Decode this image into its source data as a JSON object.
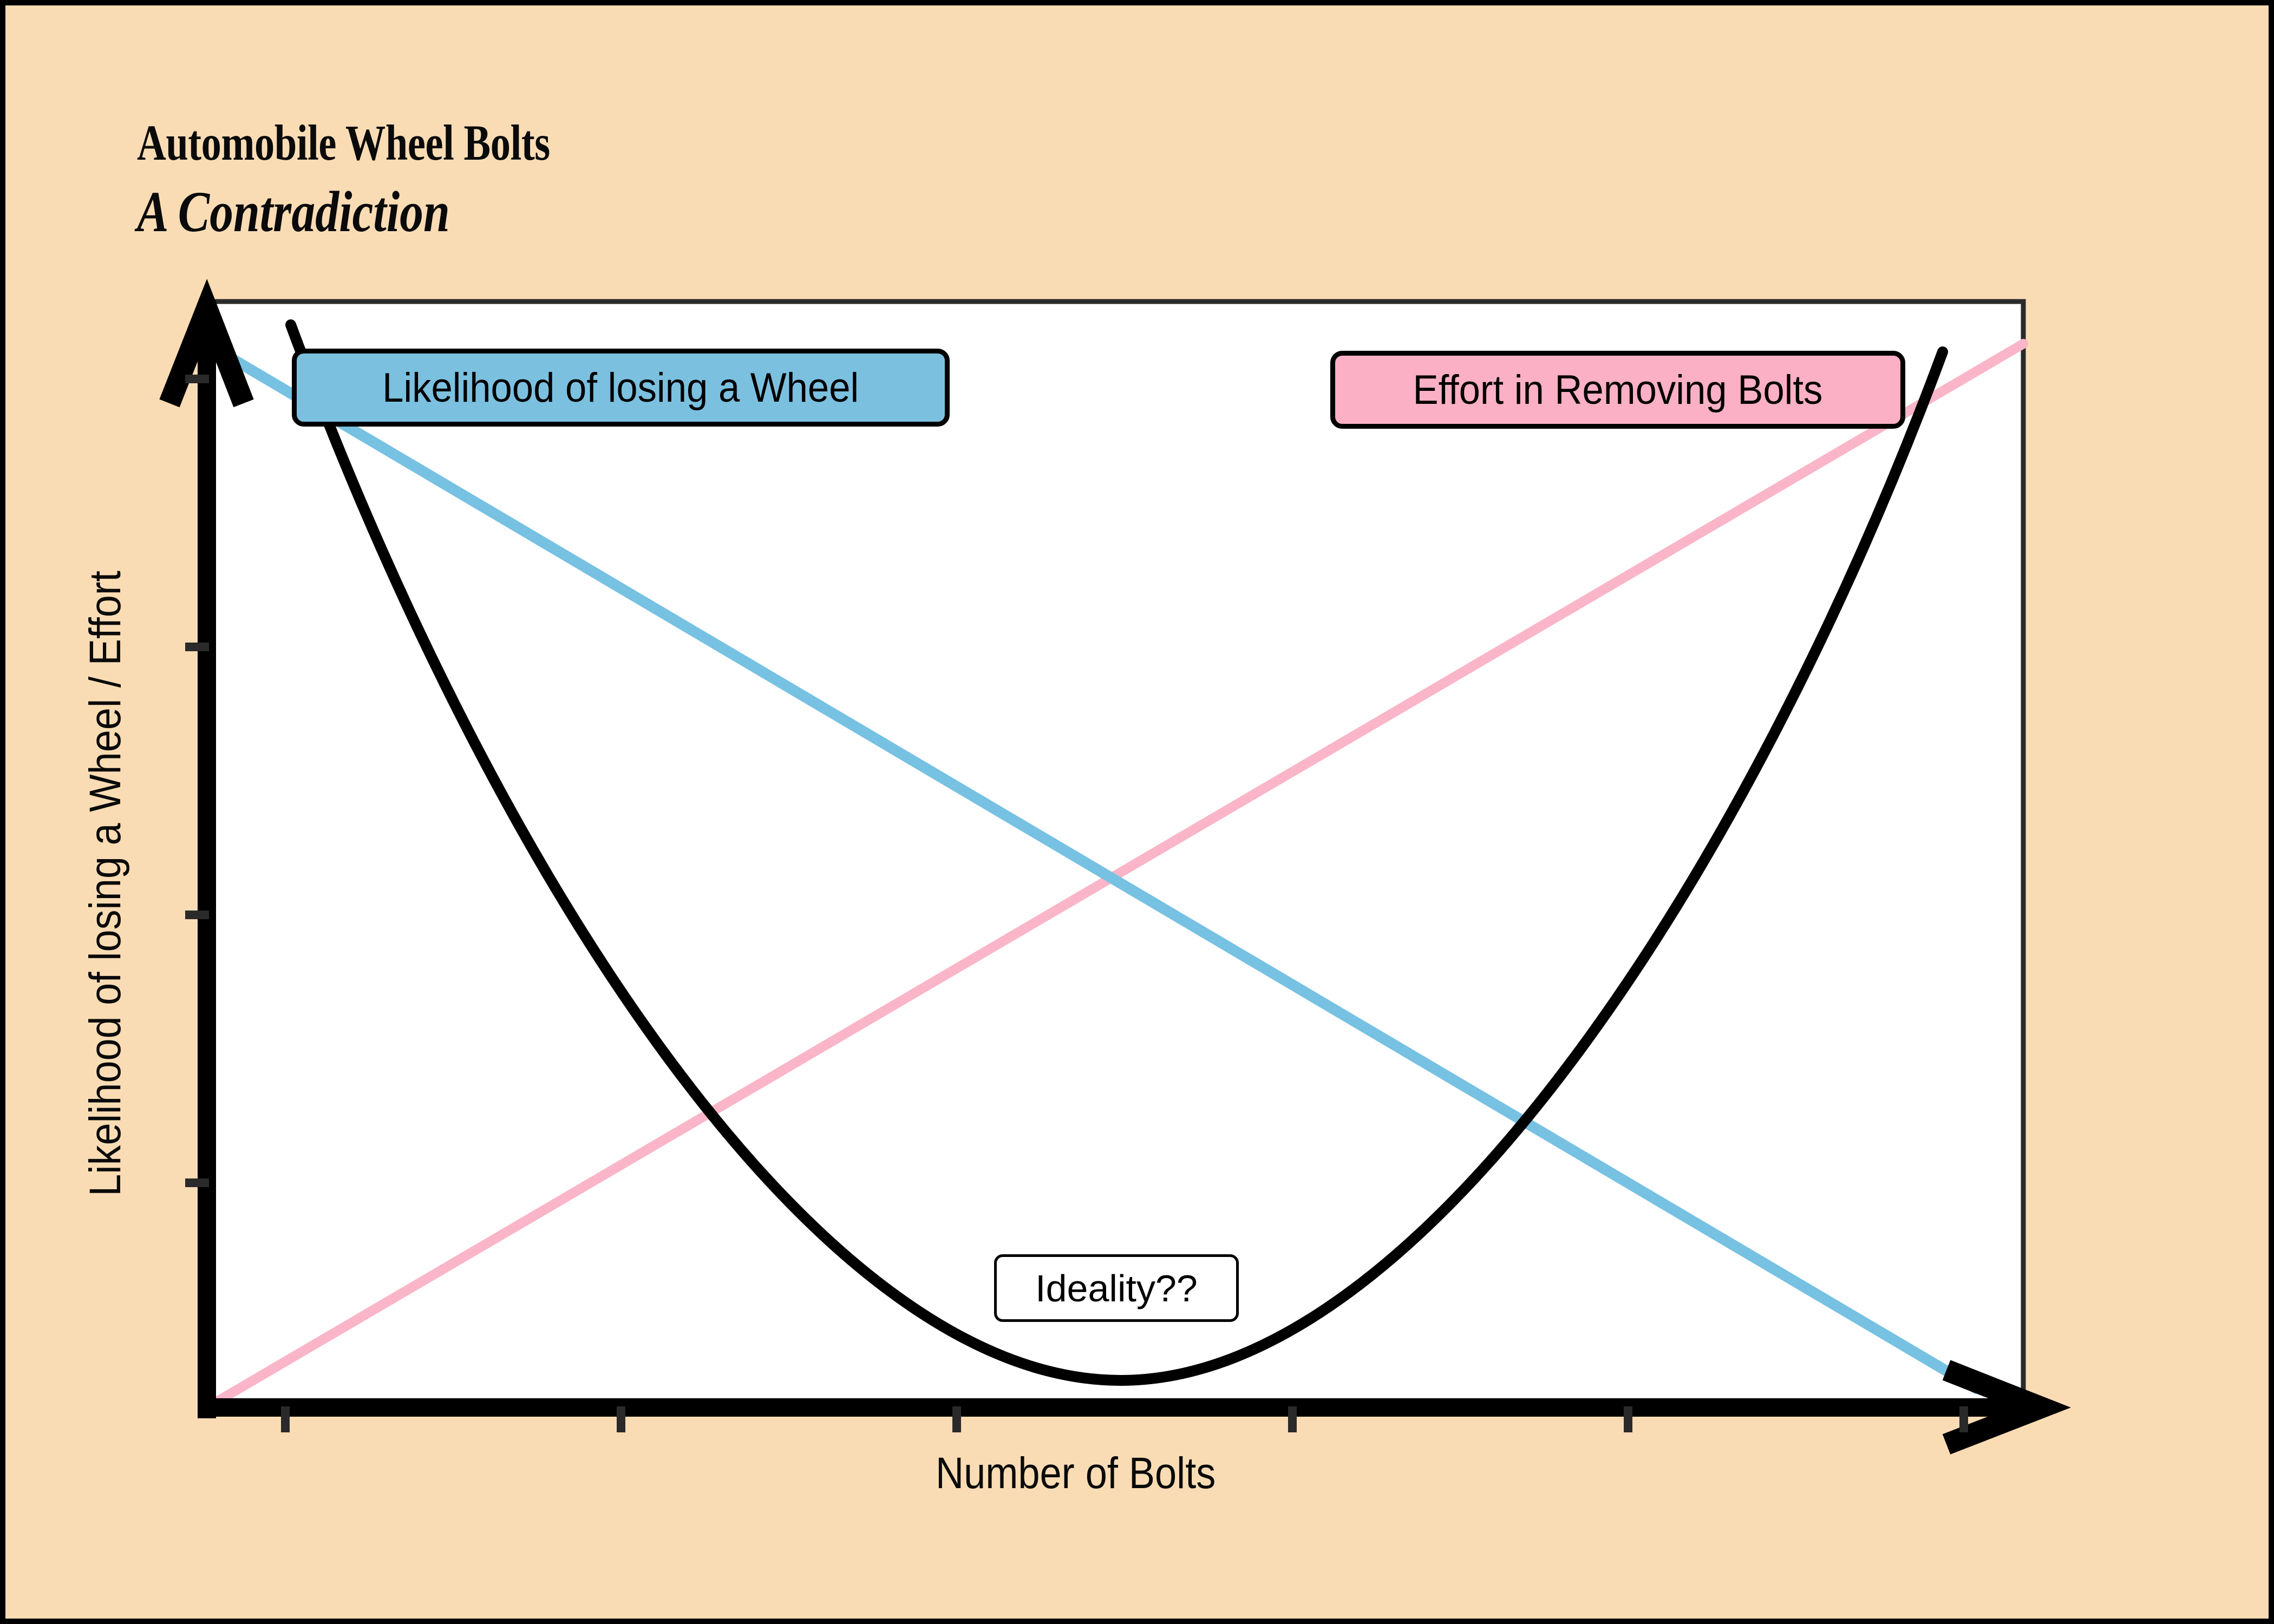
{
  "page": {
    "background_color": "#fadcb4",
    "border_color": "#000000"
  },
  "title": {
    "line1": "Automobile Wheel Bolts",
    "line2": "A Contradiction"
  },
  "chart_data": {
    "type": "line",
    "title": "Automobile Wheel Bolts — A Contradiction",
    "xlabel": "Number of Bolts",
    "ylabel": "Likelihood of losing a Wheel / Effort",
    "xlim": [
      0,
      10
    ],
    "ylim": [
      0,
      10
    ],
    "grid": false,
    "legend_position": "inside-top",
    "x": [
      0,
      1,
      2,
      3,
      4,
      5,
      6,
      7,
      8,
      9,
      10
    ],
    "series": [
      {
        "name": "Likelihood of losing a Wheel",
        "color": "#77c1e2",
        "style": "straight-decreasing-line",
        "values": [
          10,
          9,
          8,
          7,
          6,
          5,
          4,
          3,
          2,
          1,
          0
        ]
      },
      {
        "name": "Effort in Removing Bolts",
        "color": "#fab6c8",
        "style": "straight-increasing-line",
        "values": [
          0,
          1,
          2,
          3,
          4,
          5,
          6,
          7,
          8,
          9,
          10
        ]
      },
      {
        "name": "Sum / Ideality curve",
        "color": "#000000",
        "style": "u-shaped-curve",
        "values": [
          11.0,
          7.6,
          5.0,
          3.2,
          1.9,
          1.2,
          1.0,
          1.9,
          3.9,
          7.0,
          11.0
        ],
        "minimum_at_x": 5.6
      }
    ],
    "annotations": [
      {
        "text": "Ideality??",
        "x": 5.1,
        "y": 1.9
      }
    ],
    "xticks_count": 6,
    "yticks_count": 4,
    "xtick_labels": [],
    "ytick_labels": []
  },
  "legend": {
    "blue": {
      "label": "Likelihood of losing a Wheel",
      "fill": "#7cc0e0",
      "border": "#000000"
    },
    "pink": {
      "label": "Effort in Removing Bolts",
      "fill": "#fbb0c5",
      "border": "#000000"
    }
  },
  "annotations": {
    "ideality": {
      "label": "Ideality??",
      "fill": "#ffffff",
      "border": "#000000"
    }
  },
  "axes": {
    "x_label": "Number of Bolts",
    "y_label": "Likelihood of losing a Wheel / Effort",
    "axis_color": "#000000",
    "plot_background": "#ffffff",
    "plot_border": "#2a2a2a"
  }
}
